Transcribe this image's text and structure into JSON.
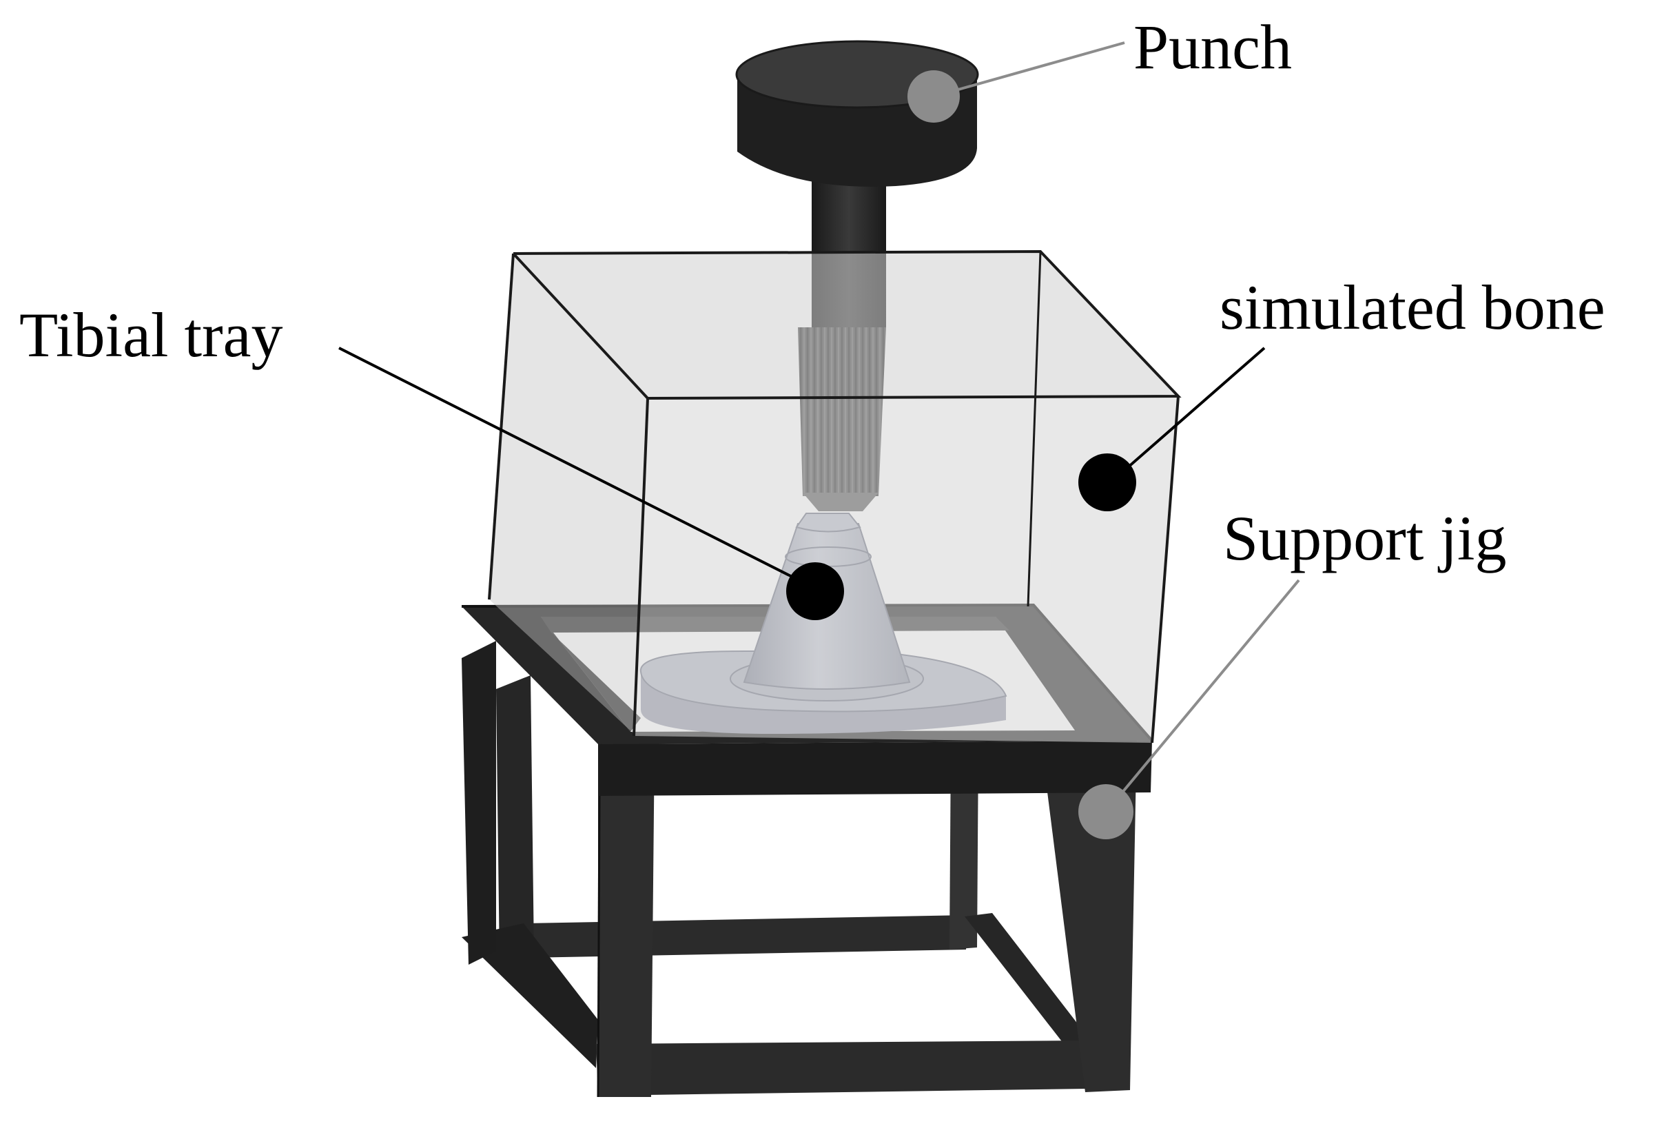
{
  "labels": {
    "punch": "Punch",
    "tibial_tray": "Tibial tray",
    "simulated_bone": "simulated bone",
    "support_jig": "Support jig"
  },
  "colors": {
    "background": "#ffffff",
    "punch": "#2a2a2a",
    "jig": "#2b2b2b",
    "bone_fill": "#d4d4d4",
    "tray": "#a6aab8",
    "marker_gray": "#8c8c8c",
    "marker_black": "#000000"
  }
}
